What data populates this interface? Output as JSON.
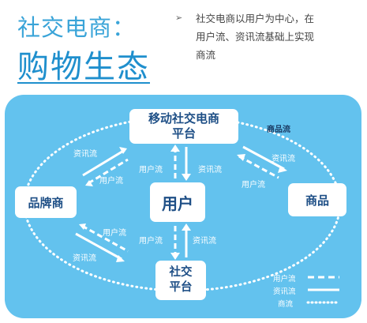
{
  "header": {
    "title_line1": "社交电商：",
    "title_line2": "购物生态",
    "bullet": "➢",
    "description_lines": [
      "社交电商以用户为中心，在",
      "用户流、资讯流基础上实现",
      "商流"
    ]
  },
  "nodes": {
    "platform_line1": "移动社交电商",
    "platform_line2": "平台",
    "brand": "品牌商",
    "user": "用户",
    "goods": "商品",
    "social_line1": "社交",
    "social_line2": "平台"
  },
  "flow_labels": {
    "commerce_flow_top": "商品流",
    "info_brand_top": "资讯流",
    "user_brand_top": "用户流",
    "user_platform_mid": "用户流",
    "info_platform_mid": "资讯流",
    "info_goods": "资讯流",
    "user_goods": "用户流",
    "user_brand_bottom": "用户流",
    "user_social_mid": "用户流",
    "info_social_mid": "资讯流",
    "info_brand_bottom": "资讯流"
  },
  "legend": {
    "user_flow": "用户流",
    "info_flow": "资讯流",
    "commerce_flow": "商流"
  },
  "colors": {
    "panel": "#63c2ee",
    "title": "#1f8fcd",
    "node_text": "#1e4f86"
  }
}
